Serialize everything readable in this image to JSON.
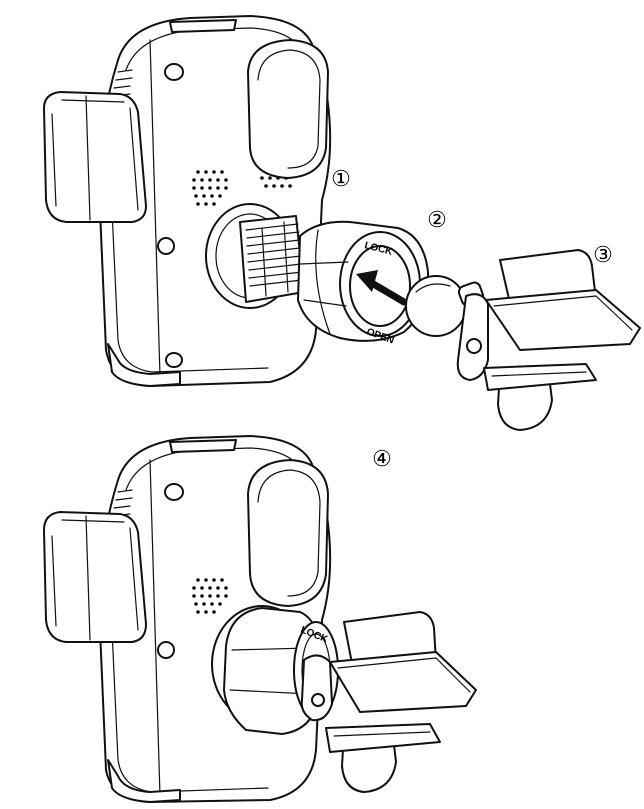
{
  "steps": {
    "step1": "①",
    "step2": "②",
    "step3": "③",
    "step4": "④"
  },
  "ring_labels": {
    "lock_top": "LOCK",
    "open_top": "OPEN",
    "lock_bottom": "LOCK"
  },
  "icons": {
    "arrow": "rotate-arrow-icon"
  }
}
